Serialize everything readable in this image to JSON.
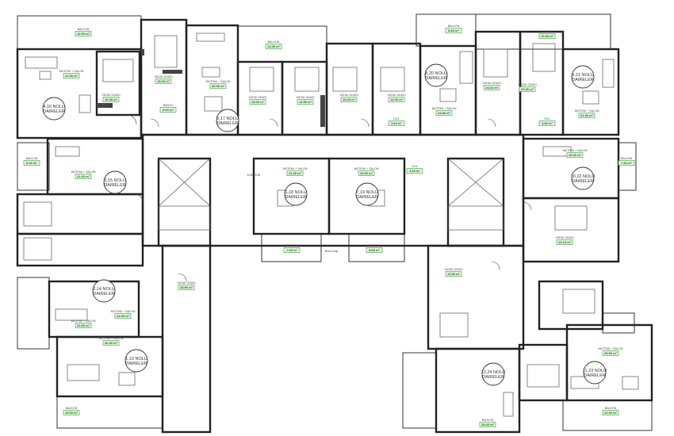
{
  "title": "Floor plan - residential apartments",
  "colors": {
    "wall": "#222222",
    "area_label": "#3a9a3a"
  },
  "apartments": [
    {
      "line1": "4,16 NOLU",
      "line2": "DAIRELER"
    },
    {
      "line1": "5,17 NOLU",
      "line2": "DAIRELER"
    },
    {
      "line1": "6,18 NOLU",
      "line2": "DAIRELER"
    },
    {
      "line1": "7,19 NOLU",
      "line2": "DAIRELER"
    },
    {
      "line1": "8,20 NOLU",
      "line2": "DAIRELER"
    },
    {
      "line1": "9,21 NOLU",
      "line2": "DAIRELER"
    },
    {
      "line1": "3,15 NOLU",
      "line2": "DAIRELER"
    },
    {
      "line1": "10,22 NOLU",
      "line2": "DAIRELER"
    },
    {
      "line1": "2,14 NOLU",
      "line2": "DAIRELER"
    },
    {
      "line1": "1,13 NOLU",
      "line2": "DAIRELER"
    },
    {
      "line1": "12,24 NOLU",
      "line2": "DAIRELER"
    },
    {
      "line1": "11,23 NOLU",
      "line2": "DAIRELER"
    }
  ],
  "rooms": [
    {
      "name": "BALKON",
      "area": "16.50 m²"
    },
    {
      "name": "MUTFAK + SALON",
      "area": "21.90 m²"
    },
    {
      "name": "YATAK ODASI",
      "area": "16.65 m²"
    },
    {
      "name": "YATAK ODASI",
      "area": "15.00 m²"
    },
    {
      "name": "BANYO",
      "area": "5.00 m²"
    },
    {
      "name": "MUTFAK + SALON",
      "area": "20.06 m²"
    },
    {
      "name": "BALKON",
      "area": "13.49 m²"
    },
    {
      "name": "YATAK ODASI",
      "area": "15.00 m²"
    },
    {
      "name": "YATAK ODASI",
      "area": "12.50 m²"
    },
    {
      "name": "YATAK ODASI",
      "area": "16.00 m²"
    },
    {
      "name": "YATAK ODASI",
      "area": "14.00 m²"
    },
    {
      "name": "BALKON",
      "area": "8.80 m²"
    },
    {
      "name": "MUTFAK + SALON",
      "area": "24.00 m²"
    },
    {
      "name": "HOL",
      "area": "3.60 m²"
    },
    {
      "name": "YATAK ODASI",
      "area": "24.02 m²"
    },
    {
      "name": "YATAK ODASI",
      "area": "22.06 m²"
    },
    {
      "name": "BALKON",
      "area": "10.90 m²"
    },
    {
      "name": "MUTFAK + SALON",
      "area": "21.06 m²"
    },
    {
      "name": "HOL",
      "area": "4.00 m²"
    },
    {
      "name": "MUTFAK + SALON",
      "area": "22.90 m²"
    },
    {
      "name": "MUTFAK + SALON",
      "area": "23.90 m²"
    },
    {
      "name": "BALKON",
      "area": "7.65 m²"
    },
    {
      "name": "BALKON",
      "area": "8.85 m²"
    },
    {
      "name": "HOL",
      "area": "3.60 m²"
    },
    {
      "name": "BALKON",
      "area": "8.40 m²"
    },
    {
      "name": "MUTFAK + SALON",
      "area": "22.00 m²"
    },
    {
      "name": "BALKON",
      "area": "7.40 m²"
    },
    {
      "name": "MUTFAK + SALON",
      "area": "16.00 m²"
    },
    {
      "name": "YATAK ODASI",
      "area": "13.15 m²"
    },
    {
      "name": "MUTFAK + SALON",
      "area": "24.00 m²"
    },
    {
      "name": "MUTFAK + SALON",
      "area": "22.50 m²"
    },
    {
      "name": "BALKON",
      "area": "15.50 m²"
    },
    {
      "name": "YATAK ODASI",
      "area": "15.50 m²"
    },
    {
      "name": "MUTFAK + SALON",
      "area": "30.40 m²"
    },
    {
      "name": "BALKON",
      "area": "18.45 m²"
    },
    {
      "name": "MUTFAK + SALON",
      "area": "25.50 m²"
    },
    {
      "name": "BALKON",
      "area": "22.00 m²"
    },
    {
      "name": "YATAK ODASI",
      "area": "13.50 m²"
    }
  ],
  "corridor": {
    "label": "KORIDOR",
    "stair_note": "Bina Girişi"
  }
}
